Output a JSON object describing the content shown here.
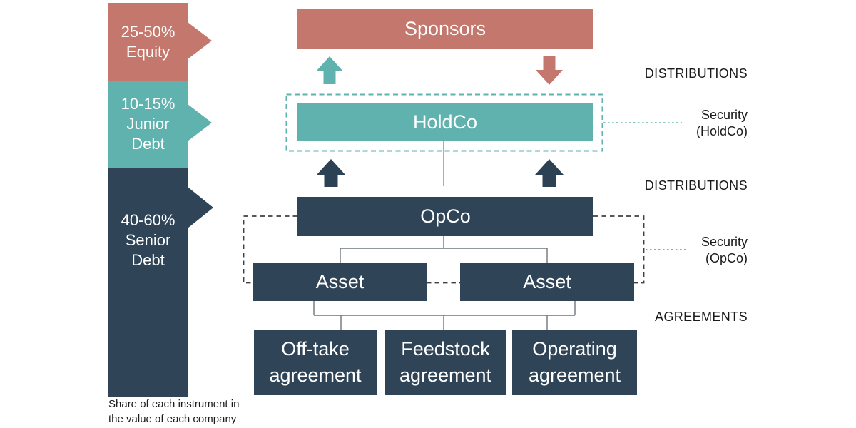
{
  "palette": {
    "salmon": "#c4786d",
    "teal": "#5fb2ad",
    "teal_dotted": "#8ac6c2",
    "navy": "#2f4557",
    "navy_arrow": "#2c4153",
    "connector_gray": "#6d767c",
    "dashed_dark": "#3c4043",
    "dotted_gray": "#9aa0a3",
    "text_dark": "#1a1a1a",
    "text_white": "#ffffff"
  },
  "legend": {
    "segments": [
      {
        "lines": [
          "25-50%",
          "Equity"
        ]
      },
      {
        "lines": [
          "10-15%",
          "Junior",
          "Debt"
        ]
      },
      {
        "lines": [
          "40-60%",
          "Senior",
          "Debt"
        ]
      }
    ],
    "caption": {
      "lines": [
        "Share of each instrument in",
        "the value of each company"
      ]
    }
  },
  "diagram": {
    "sponsors": {
      "label": "Sponsors"
    },
    "holdco": {
      "label": "HoldCo"
    },
    "opco": {
      "label": "OpCo"
    },
    "assets": [
      {
        "label": "Asset"
      },
      {
        "label": "Asset"
      }
    ],
    "agreements": [
      {
        "lines": [
          "Off-take",
          "agreement"
        ]
      },
      {
        "lines": [
          "Feedstock",
          "agreement"
        ]
      },
      {
        "lines": [
          "Operating",
          "agreement"
        ]
      }
    ]
  },
  "side_labels": {
    "distributions_top": "DISTRIBUTIONS",
    "security_holdco": {
      "lines": [
        "Security",
        "(HoldCo)"
      ]
    },
    "distributions_mid": "DISTRIBUTIONS",
    "security_opco": {
      "lines": [
        "Security",
        "(OpCo)"
      ]
    },
    "agreements": "AGREEMENTS"
  }
}
